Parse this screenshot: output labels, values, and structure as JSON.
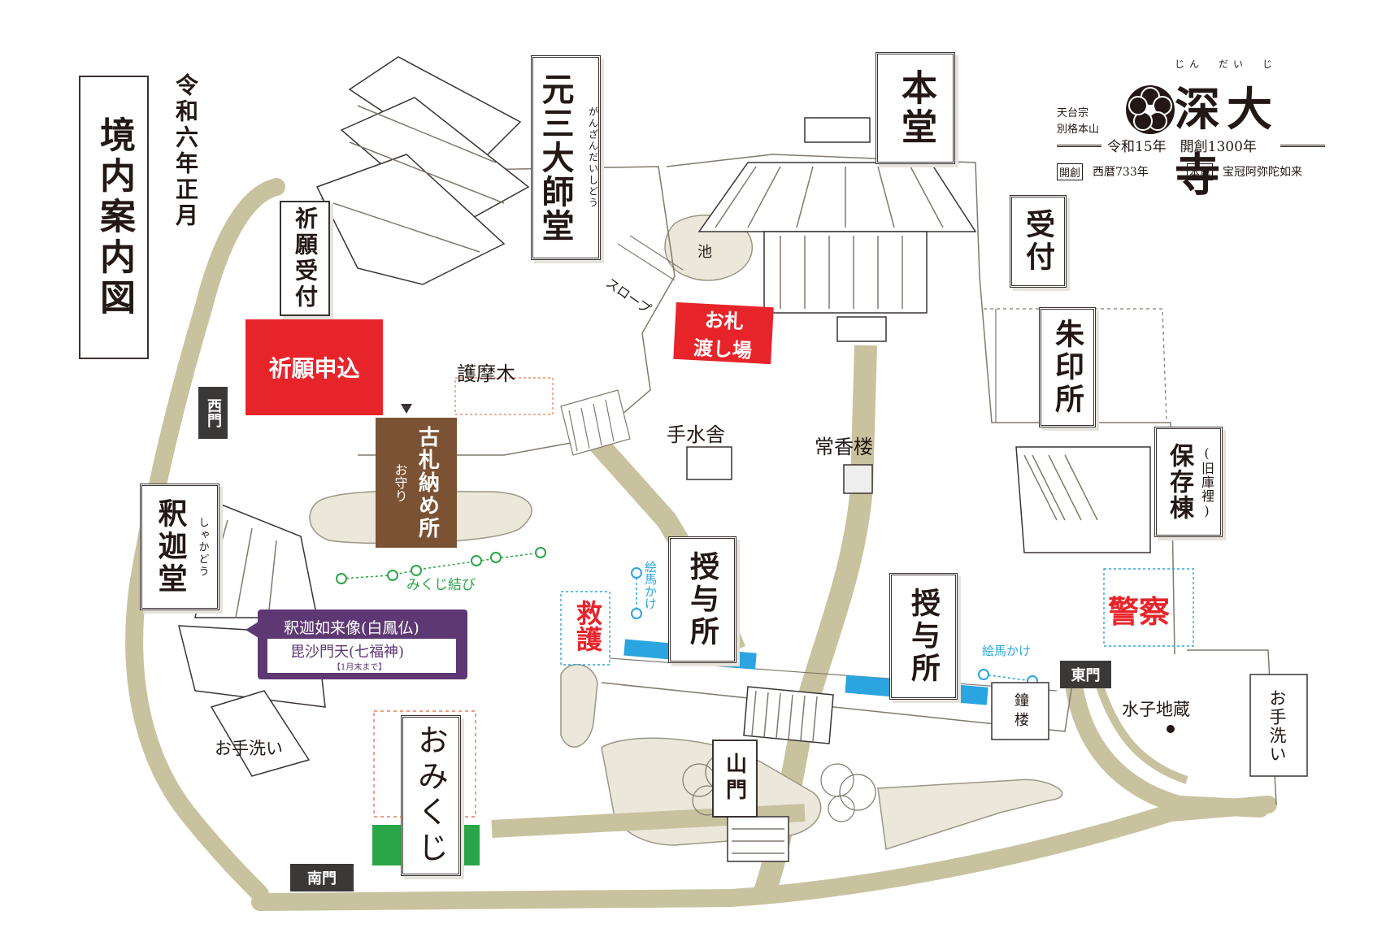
{
  "title": "境内案内図",
  "date": "令和六年正月",
  "temple": {
    "sect": "天台宗",
    "rank": "別格本山",
    "name": "深大寺",
    "furigana": "じん　だい　じ",
    "era": "令和15年　開創1300年",
    "founded_label": "開創",
    "founded_value": "西暦733年",
    "principal_label": "本尊",
    "principal_value": "宝冠阿弥陀如来"
  },
  "buildings": {
    "ganzan": {
      "name": "元三大師堂",
      "ruby": "がんざんだいしどう"
    },
    "hondo": {
      "name": "本堂"
    },
    "uketsuke": {
      "name": "受付"
    },
    "shuin": {
      "name": "朱印所"
    },
    "hozon": {
      "name": "保存棟",
      "sub": "(旧庫裡)"
    },
    "shaka": {
      "name": "釈迦堂",
      "ruby": "しゃかどう"
    },
    "kigan_uketsuke": {
      "name": "祈願受付"
    },
    "juyo1": {
      "name": "授与所"
    },
    "juyo2": {
      "name": "授与所"
    },
    "omikuji": {
      "name": "おみくじ"
    },
    "sanmon": {
      "name": "山門"
    },
    "shoro": {
      "name": "鐘楼"
    },
    "temizu": {
      "name": "手水舎"
    },
    "jokoro": {
      "name": "常香楼"
    },
    "ike": {
      "name": "池"
    },
    "mizuko": {
      "name": "水子地蔵"
    },
    "otearai1": {
      "name": "お手洗い"
    },
    "otearai2": {
      "name": "お手洗い"
    },
    "slope": {
      "name": "スロープ"
    },
    "goma": {
      "name": "護摩木"
    }
  },
  "gates": {
    "west": "西門",
    "east": "東門",
    "south": "南門"
  },
  "highlights": {
    "kigan": "祈願申込",
    "ofuda_line1": "お札",
    "ofuda_line2": "渡し場",
    "kyugo": "救護",
    "keisatsu": "警察",
    "kofuda_main": "古札納め所",
    "kofuda_sub": "お守り",
    "mikuji_musubi": "みくじ結び",
    "ema1": "絵馬かけ",
    "ema2": "絵馬かけ",
    "buddha_line1": "釈迦如来像(白鳳仏)",
    "buddha_line2": "毘沙門天(七福神)",
    "buddha_note": "【1月末まで】"
  },
  "colors": {
    "path": "#c8c29f",
    "ground": "#ebe8db",
    "red": "#e8242b",
    "brown": "#7b5234",
    "purple": "#5e3873",
    "green": "#2aa648",
    "blue": "#2aa5df",
    "dark": "#3b3838"
  },
  "icons": [
    "temple-crest-icon",
    "triangle-down-icon",
    "dot-icon"
  ]
}
